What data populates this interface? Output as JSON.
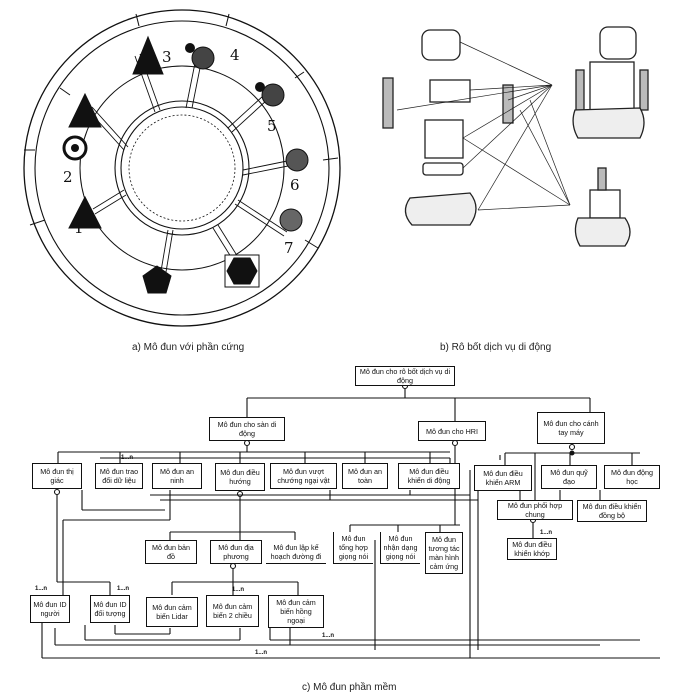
{
  "captions": {
    "a": "a) Mô đun với phần cứng",
    "b": "b) Rô bốt dịch vụ di động",
    "c": "c) Mô đun phần mềm"
  },
  "hardware": {
    "module_numbers": [
      "1",
      "2",
      "3",
      "4",
      "5",
      "6",
      "7"
    ],
    "shapes": [
      "triangle",
      "target",
      "triangle",
      "circle-textured",
      "circle-textured",
      "circle-textured",
      "circle-textured",
      "hexagon-boxed",
      "pentagon",
      "triangle"
    ]
  },
  "robot": {
    "parts": [
      "monitor-head",
      "left-arm",
      "torso-shoulder",
      "right-arm",
      "body-panel",
      "base-plate",
      "mobile-base",
      "assembled-robot",
      "arm-robot"
    ]
  },
  "software": {
    "root": "Mô đun cho rô bốt dịch vụ di động",
    "level1": {
      "mobile": "Mô đun cho sàn di động",
      "hri": "Mô đun cho HRI",
      "arm": "Mô đun cho cánh tay máy"
    },
    "mobile_children": {
      "vision": "Mô đun thị giác",
      "data_exchange": "Mô đun trao đổi dữ liệu",
      "security": "Mô đun an ninh",
      "navigation": "Mô đun điều hướng",
      "obstacle": "Mô đun vượt chướng ngại vật",
      "safety": "Mô đun an toàn",
      "motion_control": "Mô đun điều khiển di động"
    },
    "arm_children": {
      "arm_control": "Mô đun điều khiển ARM",
      "trajectory": "Mô đun quỹ đạo",
      "kinematics": "Mô đun động học",
      "coordination": "Mô đun phối hợp chung",
      "sync_control": "Mô đun điều khiển đồng bộ",
      "joint_control": "Mô đun điều khiển khớp"
    },
    "navigation_children": {
      "map": "Mô đun bản đồ",
      "localization": "Mô đun địa phương",
      "path_planning": "Mô đun lập kế hoạch đường đi"
    },
    "hri_children": {
      "speech_synthesis": "Mô đun tổng hợp giọng nói",
      "speech_recognition": "Mô đun nhận dạng giọng nói",
      "touchscreen": "Mô đun tương tác màn hình cảm ứng"
    },
    "vision_children": {
      "person_id": "Mô đun ID người",
      "object_id": "Mô đun ID đối tượng"
    },
    "sensors": {
      "lidar": "Mô đun cảm biến Lidar",
      "sensor_2d": "Mô đun cảm biến 2 chiều",
      "infrared": "Mô đun cảm biến hồng ngoại"
    },
    "multiplicity": "1...n"
  }
}
